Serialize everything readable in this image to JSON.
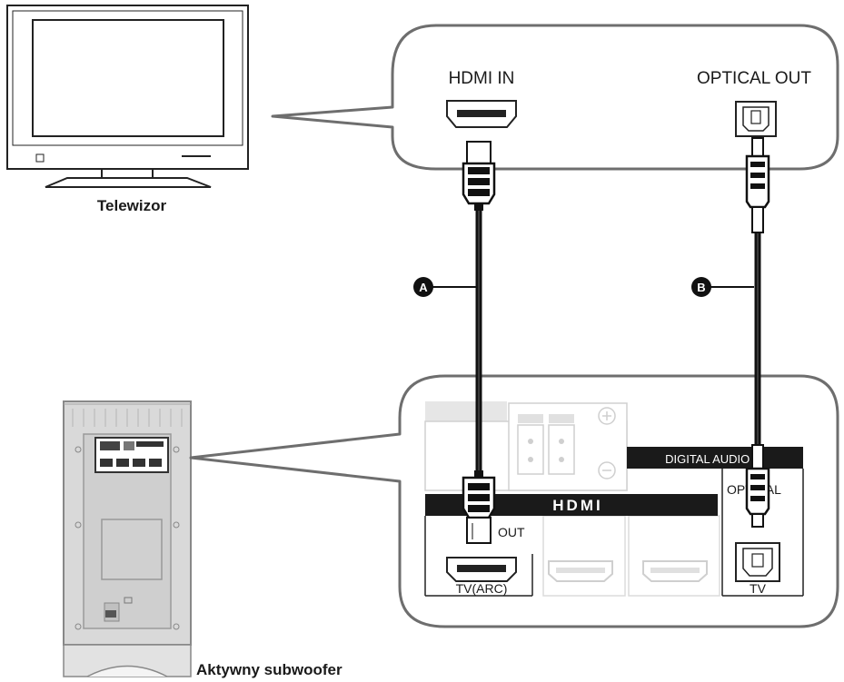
{
  "labels": {
    "tv": "Telewizor",
    "subwoofer": "Aktywny subwoofer",
    "hdmi_in": "HDMI IN",
    "optical_out": "OPTICAL OUT",
    "digital_audio_in": "DIGITAL AUDIO IN",
    "optical": "OPTICAL",
    "out": "OUT",
    "tv_arc": "TV(ARC)",
    "tv_port": "TV",
    "hdmi_logo": "HDMI"
  },
  "markers": {
    "a": "A",
    "b": "B"
  },
  "colors": {
    "stroke": "#222222",
    "callout_border": "#6e6e6e",
    "panel_gray": "#d6d6d6",
    "light_gray": "#e6e6e6",
    "cable": "#111111"
  }
}
